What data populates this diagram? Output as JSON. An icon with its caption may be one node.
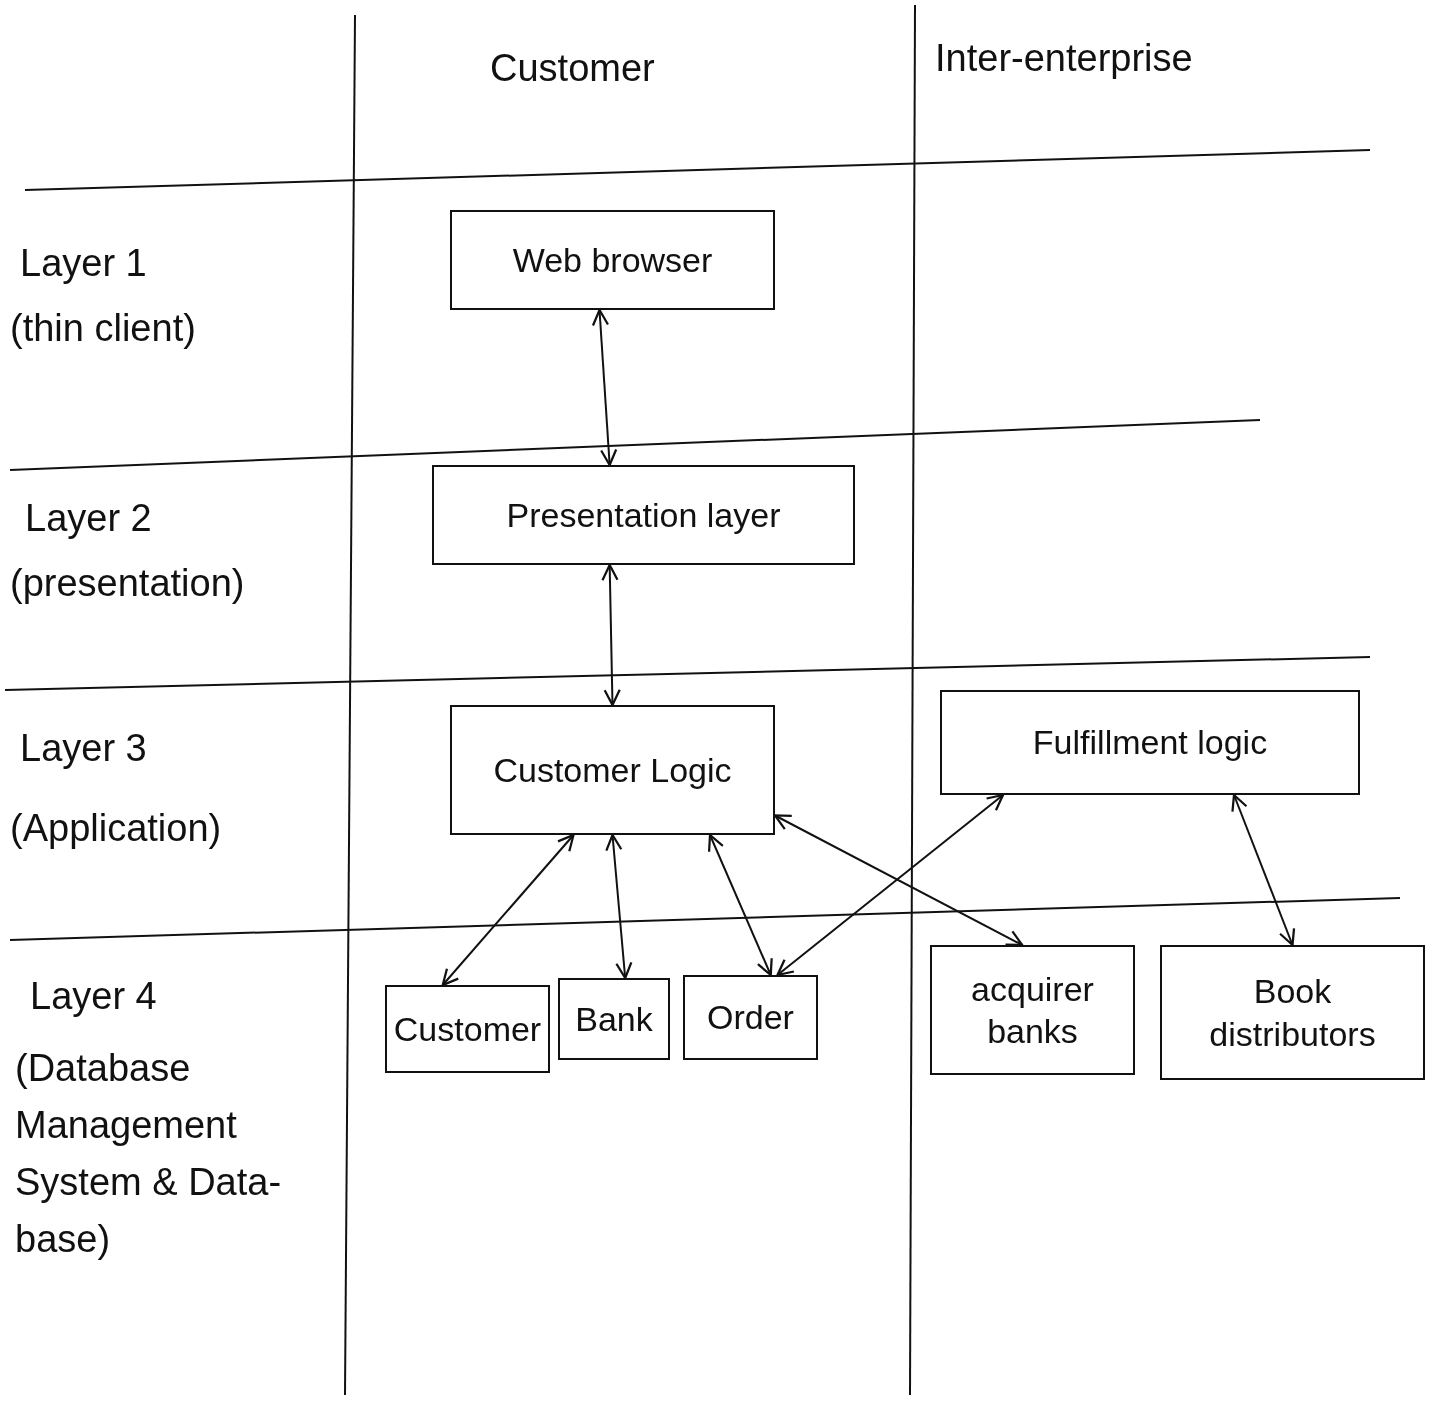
{
  "diagram": {
    "nodes": [
      {
        "text": [
          "Web browser"
        ]
      },
      {
        "text": [
          "Presentation layer"
        ]
      },
      {
        "text": [
          "Customer Logic"
        ]
      },
      {
        "text": [
          "Fulfillment logic"
        ]
      },
      {
        "text": [
          "Customer"
        ]
      },
      {
        "text": [
          "Bank"
        ]
      },
      {
        "text": [
          "Order"
        ]
      },
      {
        "text": [
          "acquirer banks"
        ]
      },
      {
        "text": [
          "Book distributors"
        ]
      }
    ],
    "edges": [
      {
        "from": 0,
        "to": 1,
        "arrow": "both"
      },
      {
        "from": 1,
        "to": 2,
        "arrow": "both"
      },
      {
        "from": 2,
        "to": 4,
        "arrow": "both"
      },
      {
        "from": 2,
        "to": 5,
        "arrow": "both"
      },
      {
        "from": 2,
        "to": 6,
        "arrow": "both"
      },
      {
        "from": 2,
        "to": 7,
        "arrow": "both"
      },
      {
        "from": 3,
        "to": 6,
        "arrow": "both"
      },
      {
        "from": 3,
        "to": 8,
        "arrow": "both"
      }
    ],
    "labels": [
      "Customer",
      "Inter-enterprise",
      "Layer 1",
      "(thin client)",
      "Layer 2",
      "(presentation)",
      "Layer 3",
      "(Application)",
      "Layer 4",
      "(Database Management System & Data-base)"
    ]
  }
}
